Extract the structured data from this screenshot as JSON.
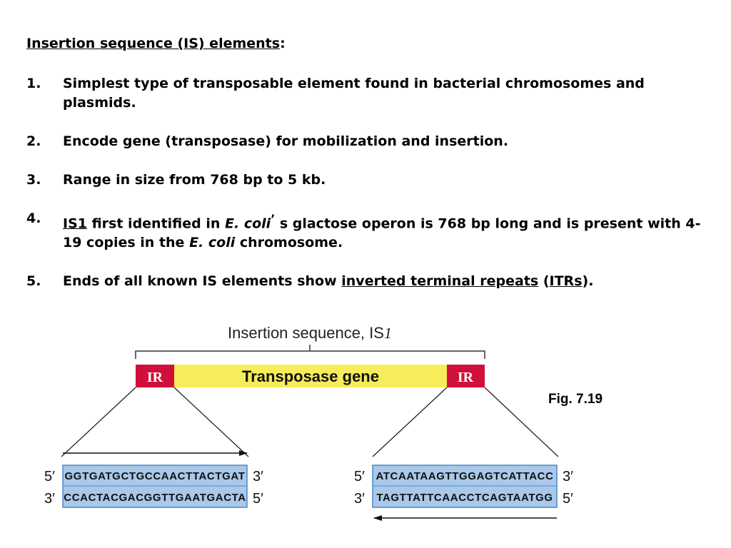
{
  "heading": {
    "text": "Insertion sequence (IS) elements",
    "suffix": ":"
  },
  "items": [
    {
      "num": "1.",
      "text": "Simplest type of transposable element found in bacterial chromosomes and plasmids."
    },
    {
      "num": "2.",
      "text": "Encode gene (transposase) for mobilization and insertion."
    },
    {
      "num": "3.",
      "text": "Range in size from 768 bp to 5 kb."
    },
    {
      "num": "4.",
      "parts": {
        "is1": "IS1",
        "t1": " first identified in ",
        "ecoli1": "E. coli",
        "apos": "’",
        "t2": " s glactose operon is 768 bp long and is present with 4-19 copies in the ",
        "ecoli2": "E. coli",
        "t3": " chromosome."
      }
    },
    {
      "num": "5.",
      "parts": {
        "t1": "Ends of all known IS elements show ",
        "itr_long": "inverted terminal repeats",
        "t2": " (",
        "itr_short": "ITRs",
        "t3": ")."
      }
    }
  ],
  "figure": {
    "title": "Insertion sequence, IS",
    "title_italic": "1",
    "gene_label": "Transposase gene",
    "ir_left": "IR",
    "ir_right": "IR",
    "fig_label": "Fig. 7.19",
    "left_seq": {
      "top": "GGTGATGCTGCCAACTTACTGAT",
      "bottom": "CCACTACGACGGTTGAATGACTA"
    },
    "right_seq": {
      "top": "ATCAATAAGTTGGAGTCATTACC",
      "bottom": "TAGTTATTCAACCTCAGTAATGG"
    },
    "ends": {
      "five": "5′",
      "three": "3′"
    },
    "colors": {
      "ir": "#d0103a",
      "gene": "#f7ec5a",
      "seq_box": "#a9c8ea",
      "seq_border": "#4a87c9"
    }
  }
}
